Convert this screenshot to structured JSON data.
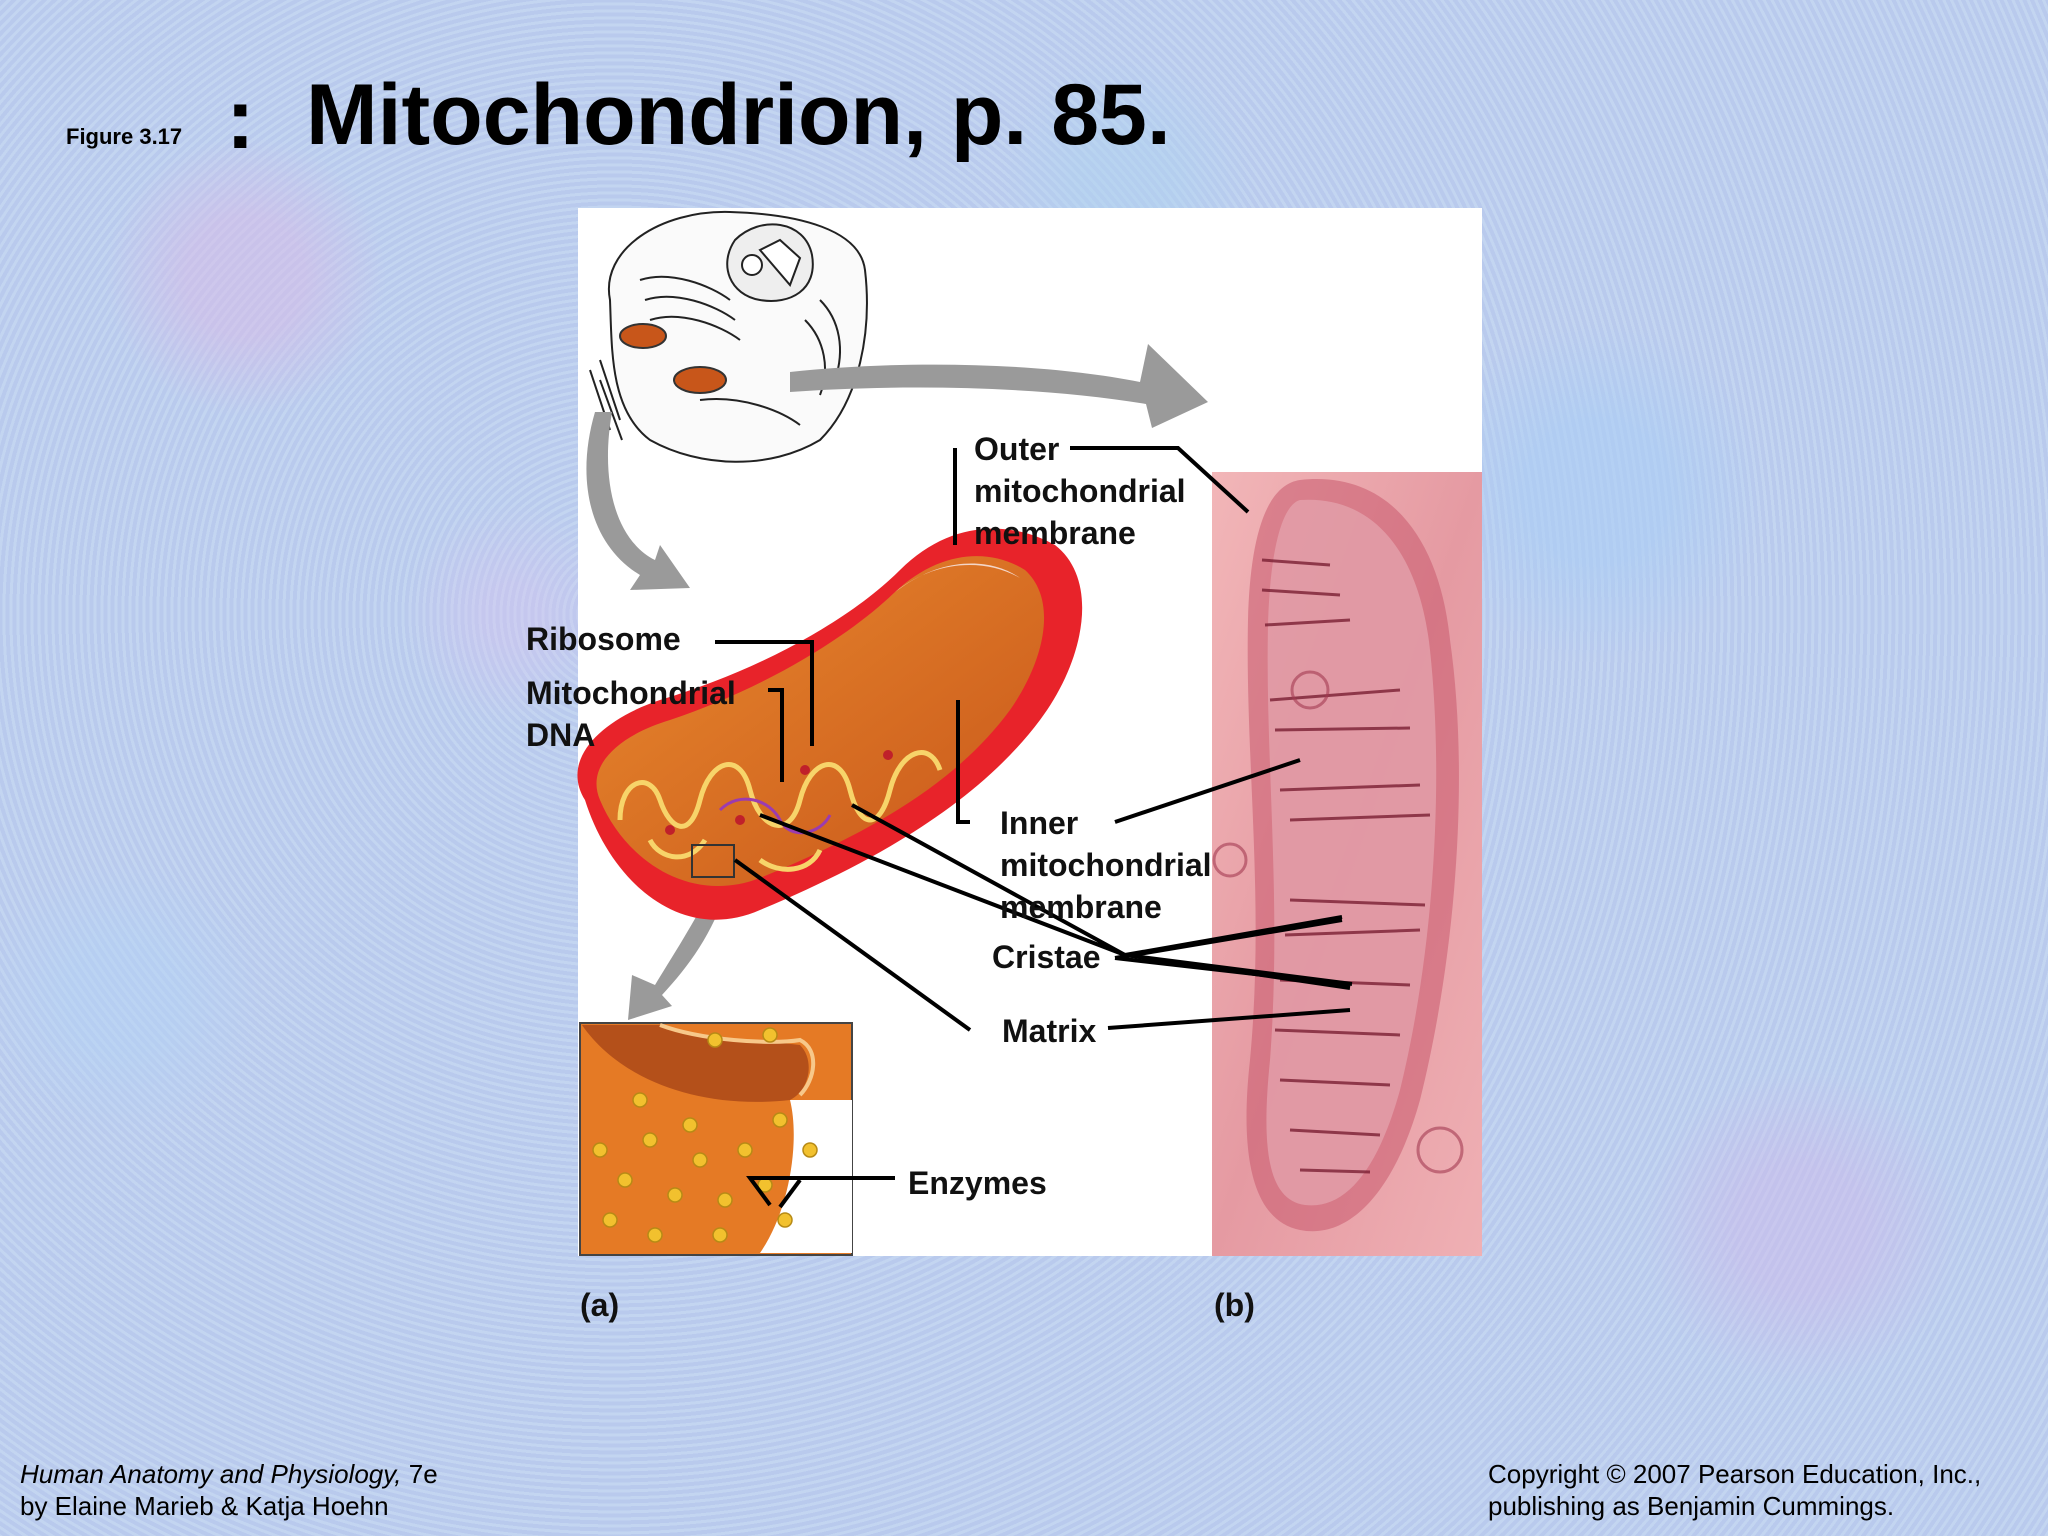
{
  "header": {
    "figure_label": "Figure 3.17",
    "colon": ":",
    "title": "Mitochondrion, p. 85."
  },
  "diagram": {
    "labels": {
      "outer_line1": "Outer",
      "outer_line2": "mitochondrial",
      "outer_line3": "membrane",
      "ribosome": "Ribosome",
      "mtdna_line1": "Mitochondrial",
      "mtdna_line2": "DNA",
      "inner_line1": "Inner",
      "inner_line2": "mitochondrial",
      "inner_line3": "membrane",
      "cristae": "Cristae",
      "matrix": "Matrix",
      "enzymes": "Enzymes",
      "panel_a": "(a)",
      "panel_b": "(b)"
    }
  },
  "footer": {
    "book_title": "Human Anatomy and Physiology,",
    "edition": " 7e",
    "authors": "by Elaine Marieb & Katja Hoehn",
    "copyright_line1": "Copyright © 2007 Pearson Education, Inc.,",
    "copyright_line2": "publishing as Benjamin Cummings."
  }
}
